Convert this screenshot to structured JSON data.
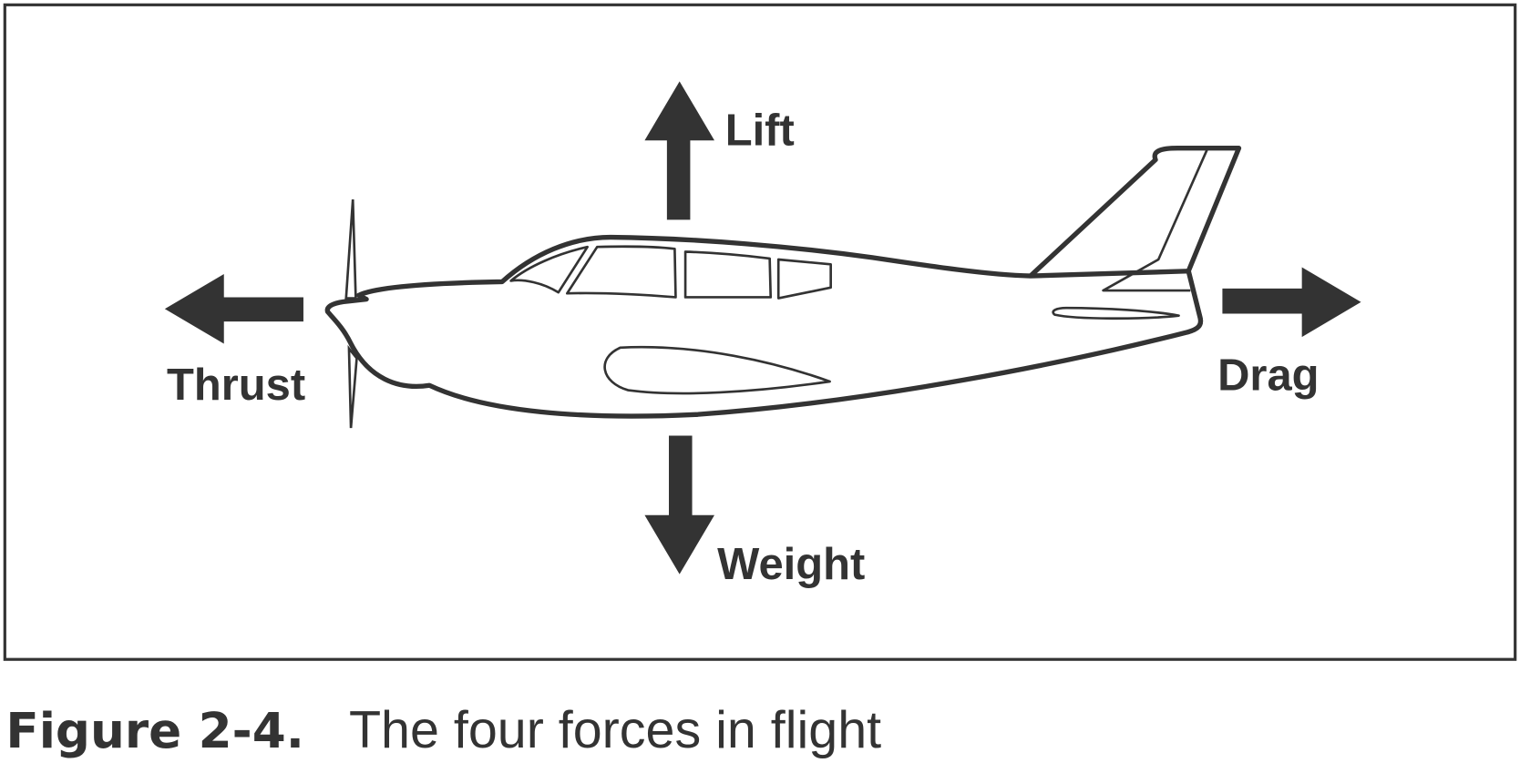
{
  "figure": {
    "labels": {
      "lift": "Lift",
      "thrust": "Thrust",
      "drag": "Drag",
      "weight": "Weight"
    },
    "caption_number": "Figure 2-4.",
    "caption_text": "The four forces in flight"
  },
  "colors": {
    "ink": "#333333",
    "background": "#ffffff"
  }
}
